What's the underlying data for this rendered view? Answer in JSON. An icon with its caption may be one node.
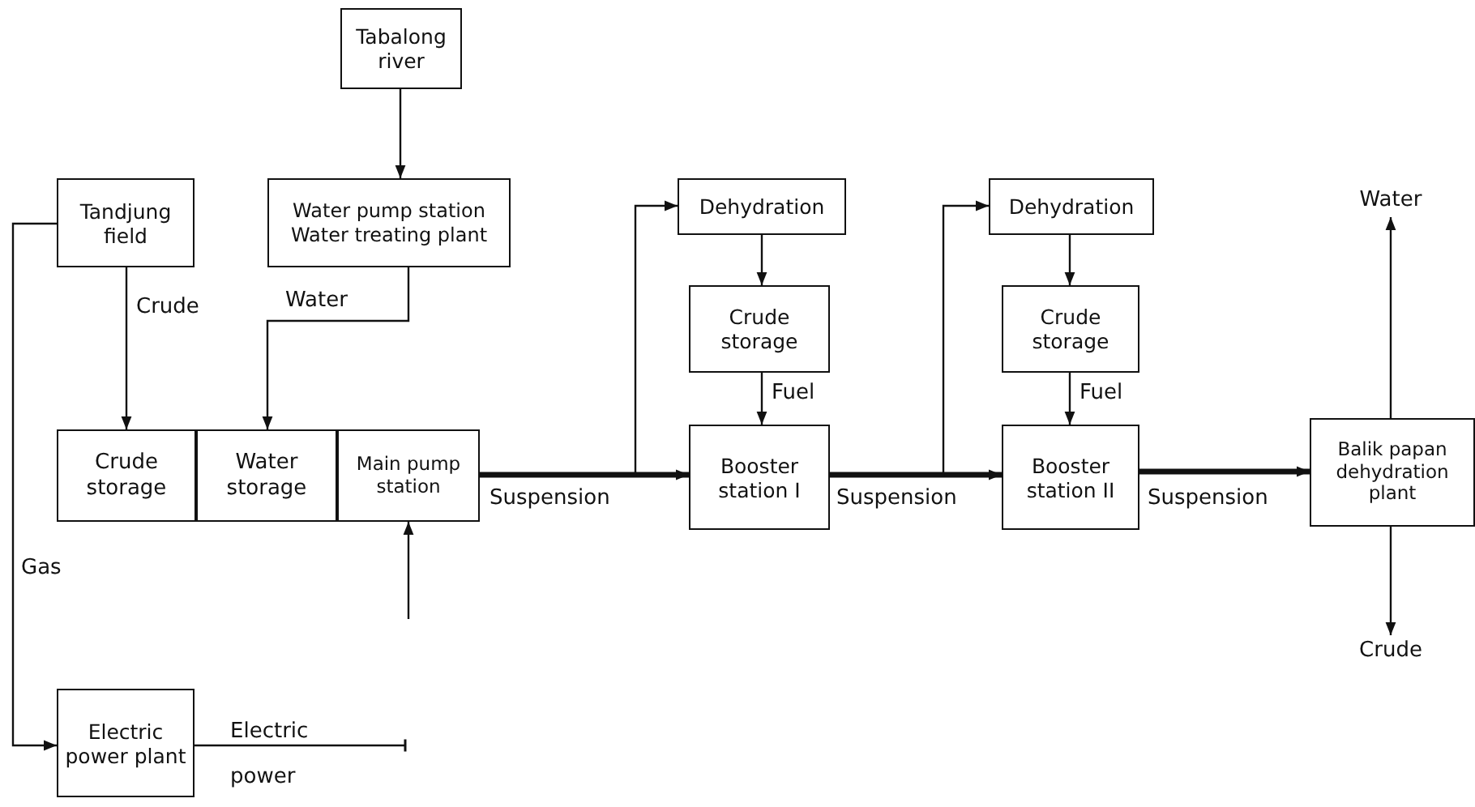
{
  "diagram": {
    "nodes": [
      {
        "text": [
          "Tabalong river"
        ]
      },
      {
        "text": [
          "Water pump station",
          "Water treating plant"
        ]
      },
      {
        "text": [
          "Tandjung field"
        ]
      },
      {
        "text": [
          "Crude storage"
        ]
      },
      {
        "text": [
          "Water storage"
        ]
      },
      {
        "text": [
          "Main pump station"
        ]
      },
      {
        "text": [
          "Dehydration"
        ]
      },
      {
        "text": [
          "Crude storage"
        ]
      },
      {
        "text": [
          "Booster station I"
        ]
      },
      {
        "text": [
          "Dehydration"
        ]
      },
      {
        "text": [
          "Crude storage"
        ]
      },
      {
        "text": [
          "Booster station II"
        ]
      },
      {
        "text": [
          "Balik papan dehydration plant"
        ]
      },
      {
        "text": [
          "Electric power plant"
        ]
      },
      {
        "text": [
          "Water"
        ]
      },
      {
        "text": [
          "Crude"
        ]
      }
    ],
    "edges": [
      {
        "from": 0,
        "to": 1,
        "arrow": "to"
      },
      {
        "from": 2,
        "to": 3,
        "label": "Crude",
        "arrow": "to"
      },
      {
        "from": 1,
        "to": 4,
        "label": "Water",
        "arrow": "to"
      },
      {
        "from": null,
        "to": 5,
        "arrow": "to"
      },
      {
        "from": 5,
        "to": 8,
        "label": "Suspension",
        "arrow": "to",
        "style": "thick"
      },
      {
        "from": 5,
        "to": 6,
        "arrow": "to"
      },
      {
        "from": 6,
        "to": 7,
        "arrow": "to"
      },
      {
        "from": 7,
        "to": 8,
        "label": "Fuel",
        "arrow": "to"
      },
      {
        "from": 8,
        "to": 11,
        "label": "Suspension",
        "arrow": "to",
        "style": "thick"
      },
      {
        "from": 8,
        "to": 9,
        "arrow": "to"
      },
      {
        "from": 9,
        "to": 10,
        "arrow": "to"
      },
      {
        "from": 10,
        "to": 11,
        "label": "Fuel",
        "arrow": "to"
      },
      {
        "from": 11,
        "to": 12,
        "label": "Suspension",
        "arrow": "to",
        "style": "thick"
      },
      {
        "from": 12,
        "to": 14,
        "arrow": "to"
      },
      {
        "from": 12,
        "to": 15,
        "arrow": "to"
      },
      {
        "from": 2,
        "to": 13,
        "label": "Gas",
        "arrow": "to"
      },
      {
        "from": 13,
        "to": null,
        "label": "Electric power",
        "arrow": "other"
      }
    ]
  }
}
